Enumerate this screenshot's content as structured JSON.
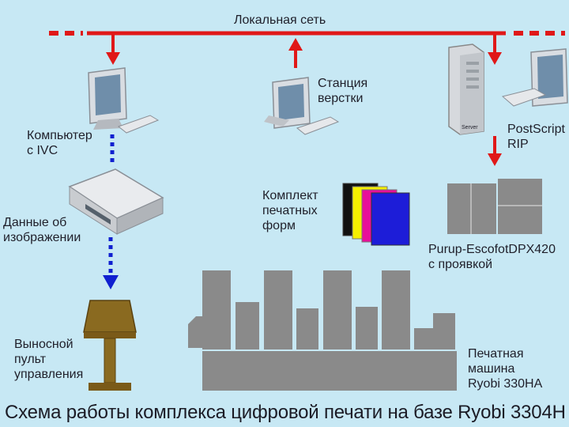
{
  "network_label": "Локальная сеть",
  "nodes": {
    "ivc_computer": [
      "Компьютер",
      "с IVC"
    ],
    "layout_station": [
      "Станция",
      "верстки"
    ],
    "server_label": "Server",
    "postscript_rip": [
      "PostScript",
      "RIP"
    ],
    "image_data": [
      "Данные об",
      "изображении"
    ],
    "plate_set": [
      "Комплект",
      "печатных",
      "форм"
    ],
    "platesetter": [
      "Purup-EscofotDPX420",
      "с проявкой"
    ],
    "remote_console": [
      "Выносной",
      "пульт",
      "управления"
    ],
    "printing_machine": [
      "Печатная",
      "машина",
      "Ryobi 330HA"
    ]
  },
  "plate_colors": [
    "#111111",
    "#f4f000",
    "#e8109a",
    "#1d1dd8"
  ],
  "caption": "Схема работы комплекса цифровой печати на базе Ryobi 3304H",
  "colors": {
    "network": "#e01818",
    "data_link": "#1020d0",
    "machine": "#8a8a8a"
  }
}
